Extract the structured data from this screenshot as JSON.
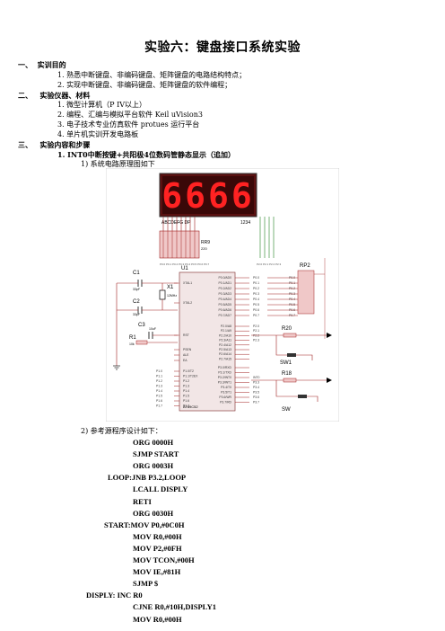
{
  "title": "实验六：键盘接口系统实验",
  "sections": [
    {
      "num": "一、",
      "heading": "实训目的"
    },
    {
      "num": "二、",
      "heading": "实验仪器、材料"
    },
    {
      "num": "三、",
      "heading": "实验内容和步骤"
    }
  ],
  "goals": [
    "1.  熟悉中断键盘、非编码键盘、矩阵键盘的电路结构特点；",
    "2.  实现中断键盘、非编码键盘、矩阵键盘的软件编程；"
  ],
  "equipment": [
    "1.  微型计算机（P IV以上）",
    "2.  编程、汇编与模拟平台软件 Keil uVision3",
    "3.  电子技术专业仿真软件 protues 运行平台",
    "4.  单片机实训开发电路板"
  ],
  "step1": "1.    INT0中断按键+共阳极4位数码管静态显示（追加）",
  "step1_sub": "1)    系统电路原理图如下",
  "step2_sub": "2)    参考源程序设计如下：",
  "schematic": {
    "display_digits": "6666",
    "display_label": "ABCDEFG DP",
    "display_pins": "1234",
    "resistor_array": "RR9",
    "resistor_value": "220",
    "c1": "C1",
    "c1_val": "33pF",
    "c2": "C2",
    "c2_val": "33pF",
    "c3": "C3",
    "c3_val": "10uF",
    "x1": "X1",
    "x1_val": "12MHz",
    "u1": "U1",
    "chip": "AT89C52",
    "r1": "R1",
    "r1_val": "10k",
    "rp2": "RP2",
    "r20": "R20",
    "sw1": "SW1",
    "r18": "R18",
    "sw": "SW",
    "pins_left_top": [
      "XTAL1",
      "XTAL2",
      "RST"
    ],
    "pins_left_mid": [
      "PSEN",
      "ALE",
      "EA"
    ],
    "pins_left_bot": [
      "P1.0/T2",
      "P1.1/T2EX",
      "P1.2",
      "P1.3",
      "P1.4",
      "P1.5",
      "P1.6",
      "P1.7"
    ],
    "pins_right_p0": [
      "P0.0/AD0",
      "P0.1/AD1",
      "P0.2/AD2",
      "P0.3/AD3",
      "P0.4/AD4",
      "P0.5/AD5",
      "P0.6/AD6",
      "P0.7/AD7"
    ],
    "pins_right_p2": [
      "P2.0/A8",
      "P2.1/A9",
      "P2.2/A10",
      "P2.3/A11",
      "P2.4/A12",
      "P2.5/A13",
      "P2.6/A14",
      "P2.7/A15"
    ],
    "pins_right_p3": [
      "P3.0/RXD",
      "P3.1/TXD",
      "P3.2/INT0",
      "P3.3/INT1",
      "P3.4/T0",
      "P3.5/T1",
      "P3.6/WR",
      "P3.7/RD"
    ],
    "p0_labels": [
      "P0.0",
      "P0.1",
      "P0.2",
      "P0.3",
      "P0.4",
      "P0.5",
      "P0.6",
      "P0.7"
    ],
    "p2_labels": [
      "P2.0",
      "P2.1",
      "P2.2",
      "P2.3"
    ],
    "p3_labels": [
      "INT0",
      "P3.3",
      "P3.4",
      "P3.5",
      "P3.6",
      "P3.7"
    ],
    "p1_labels": [
      "P1.0",
      "P1.1",
      "P1.2",
      "P1.3",
      "P1.4",
      "P1.5",
      "P1.6",
      "P1.7"
    ]
  },
  "code": [
    {
      "indent": 148,
      "text": "ORG 0000H"
    },
    {
      "indent": 148,
      "text": "SJMP START"
    },
    {
      "indent": 148,
      "text": "ORG 0003H"
    },
    {
      "indent": 120,
      "text": "LOOP:JNB P3.2,LOOP"
    },
    {
      "indent": 148,
      "text": "LCALL DISPLY"
    },
    {
      "indent": 148,
      "text": "RETI"
    },
    {
      "indent": 148,
      "text": "ORG 0030H"
    },
    {
      "indent": 116,
      "text": "START:MOV P0,#0C0H"
    },
    {
      "indent": 148,
      "text": "MOV R0,#00H"
    },
    {
      "indent": 148,
      "text": "MOV P2,#0FH"
    },
    {
      "indent": 148,
      "text": "MOV TCON,#00H"
    },
    {
      "indent": 148,
      "text": "MOV IE,#81H"
    },
    {
      "indent": 148,
      "text": "SJMP $"
    },
    {
      "indent": 96,
      "text": "DISPLY: INC R0"
    },
    {
      "indent": 148,
      "text": "CJNE R0,#10H,DISPLY1"
    },
    {
      "indent": 148,
      "text": "MOV R0,#00H"
    }
  ]
}
